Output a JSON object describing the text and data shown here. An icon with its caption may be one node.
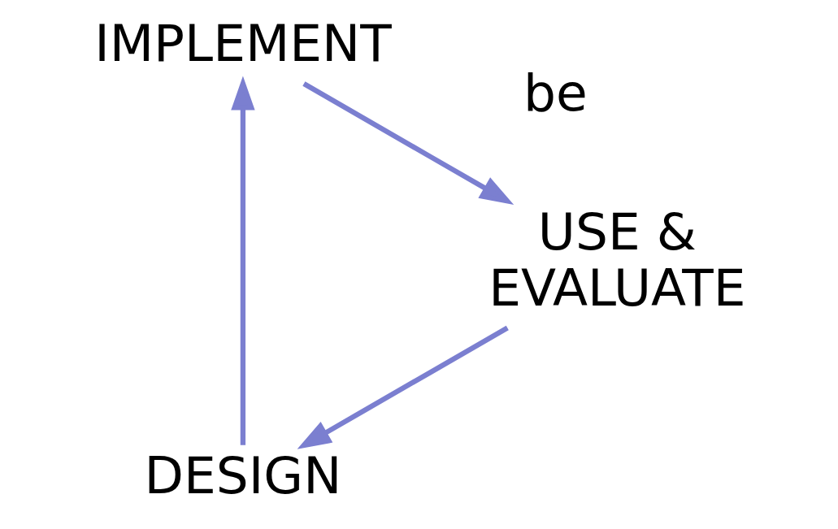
{
  "diagram": {
    "nodes": [
      {
        "text": [
          "DESIGN"
        ]
      },
      {
        "text": [
          "IMPLEMENT"
        ]
      },
      {
        "text": [
          "USE & EVALUATE"
        ]
      }
    ],
    "edges": [
      {
        "from": 0,
        "to": 1,
        "arrow": "to"
      },
      {
        "from": 1,
        "to": 2,
        "arrow": "to"
      },
      {
        "from": 2,
        "to": 0,
        "arrow": "to"
      }
    ],
    "labels": [
      "be"
    ]
  }
}
